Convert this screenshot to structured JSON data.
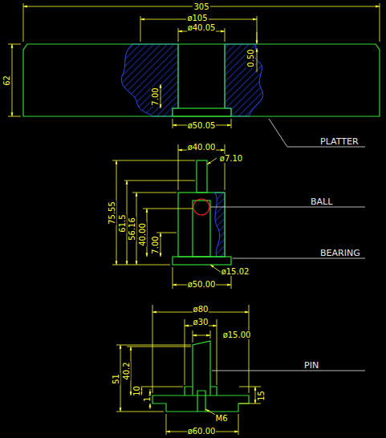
{
  "diagram": {
    "labels": [
      "305",
      "ø105",
      "ø40.05",
      "0.50",
      "62",
      "7.00",
      "ø50.05",
      "PLATTER",
      "ø40.00",
      "ø7.10",
      "BALL",
      "75.55",
      "61.5",
      "56.16",
      "40.00",
      "7.00",
      "BEARING",
      "ø50.00",
      "ø15.02",
      "ø80",
      "ø30",
      "ø15.00",
      "PIN",
      "51",
      "40.2",
      "10",
      "1",
      "15",
      "M6",
      "ø60.00"
    ]
  }
}
